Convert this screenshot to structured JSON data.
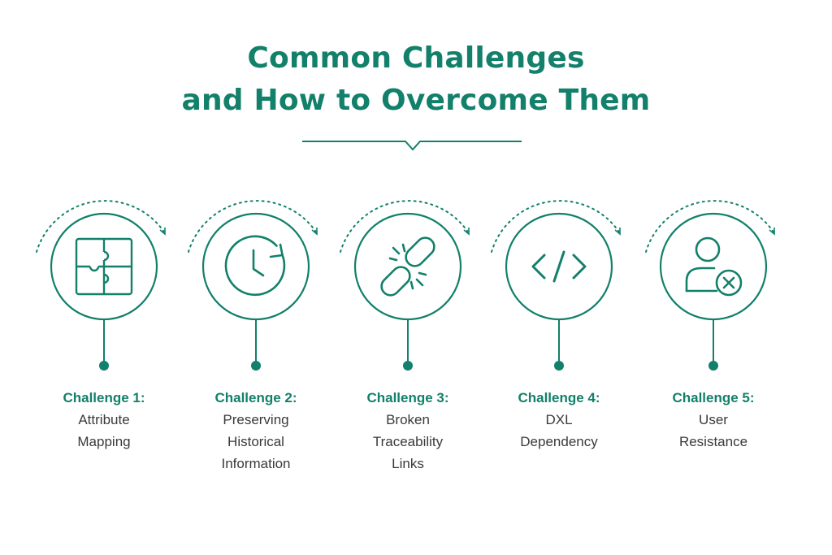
{
  "title": {
    "line1": "Common Challenges",
    "line2": "and How to Overcome Them"
  },
  "colors": {
    "accent": "#12806a",
    "text": "#3a3a3a",
    "background": "#ffffff"
  },
  "challenges": [
    {
      "heading": "Challenge 1:",
      "line1": "Attribute",
      "line2": "Mapping",
      "line3": "",
      "icon": "puzzle-icon"
    },
    {
      "heading": "Challenge 2:",
      "line1": "Preserving",
      "line2": "Historical",
      "line3": "Information",
      "icon": "clock-history-icon"
    },
    {
      "heading": "Challenge 3:",
      "line1": "Broken",
      "line2": "Traceability",
      "line3": "Links",
      "icon": "broken-link-icon"
    },
    {
      "heading": "Challenge 4:",
      "line1": "DXL",
      "line2": "Dependency",
      "line3": "",
      "icon": "code-icon"
    },
    {
      "heading": "Challenge 5:",
      "line1": "User",
      "line2": "Resistance",
      "line3": "",
      "icon": "user-remove-icon"
    }
  ]
}
